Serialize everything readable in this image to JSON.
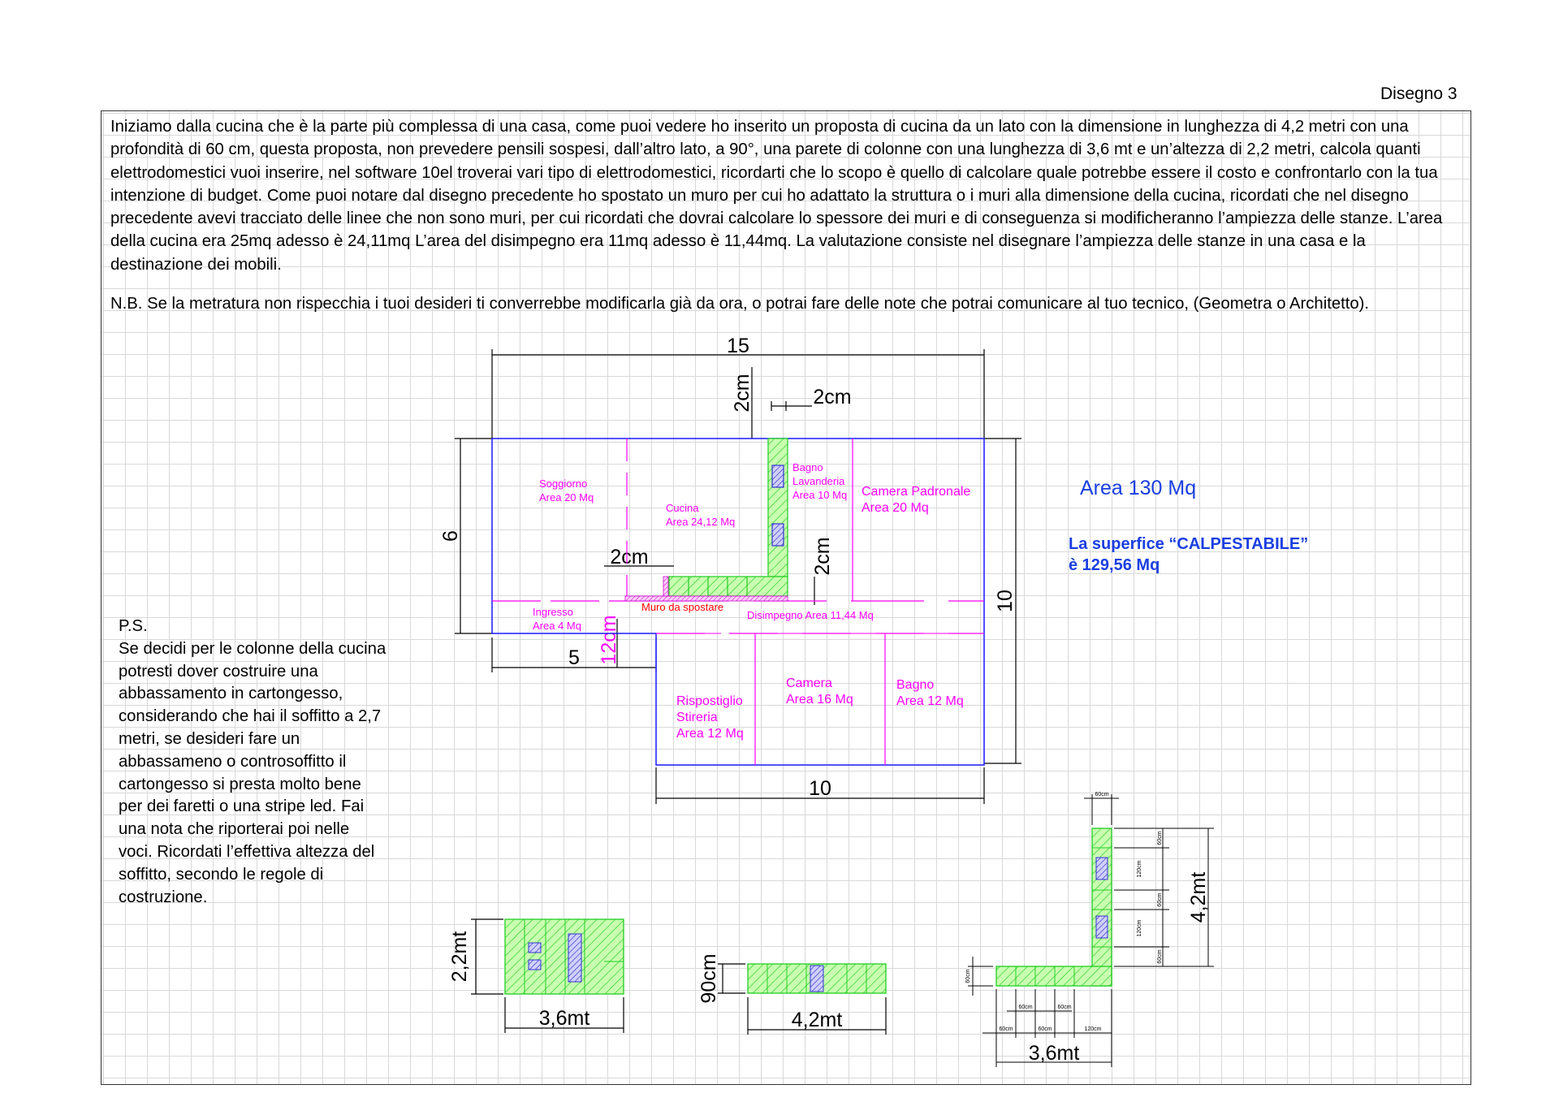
{
  "sheet": {
    "label": "Disegno 3"
  },
  "text": {
    "intro": "Iniziamo dalla cucina che è la parte più complessa di una casa, come puoi vedere ho inserito un proposta di cucina da un lato con la dimensione in lunghezza di 4,2 metri con una profondità di 60 cm, questa proposta, non prevedere pensili sospesi, dall’altro lato, a 90°, una parete di colonne con una lunghezza di 3,6 mt e un’altezza di 2,2 metri, calcola quanti elettrodomestici vuoi inserire, nel software 10el troverai vari tipo di elettrodomestici, ricordarti che lo scopo è quello di calcolare quale potrebbe essere il costo e confrontarlo con la tua intenzione di budget. Come puoi notare dal disegno precedente ho spostato un muro per cui ho adattato la struttura o i muri alla dimensione della cucina, ricordati che nel disegno precedente avevi tracciato delle linee che non sono muri, per cui ricordati che dovrai calcolare lo spessore dei muri e di conseguenza si modificheranno l’ampiezza delle stanze. L’area della cucina era 25mq adesso è 24,11mq L’area del disimpegno era 11mq adesso è 11,44mq. La valutazione consiste nel disegnare l’ampiezza delle stanze in una casa e la destinazione dei mobili.",
    "note": "N.B. Se la metratura non rispecchia i tuoi desideri ti converrebbe modificarla già da ora, o potrai fare delle note che potrai comunicare al tuo tecnico, (Geometra o Architetto).",
    "ps": "P.S.\nSe decidi per le colonne della cucina potresti dover costruire una abbassamento in cartongesso, considerando che hai il soffitto a 2,7 metri, se desideri fare un abbassameno o controsoffitto il cartongesso si presta molto bene per dei faretti o una stripe led. Fai una nota che riporterai poi nelle voci. Ricordati l’effettiva altezza del soffitto, secondo le regole di costruzione."
  },
  "plan": {
    "dims": {
      "top": "15",
      "left": "6",
      "bottom_left": "5",
      "bottom": "10",
      "right": "10",
      "wall_v_thickness": "2cm",
      "wall_h_offset": "2cm",
      "wall_cm_left": "2cm",
      "wall_cm_mid": "2cm",
      "ingresso_gap": "12cm"
    },
    "rooms": {
      "soggiorno": [
        "Soggiorno",
        "Area 20 Mq"
      ],
      "cucina": [
        "Cucina",
        "Area 24,12 Mq"
      ],
      "bagno_lavanderia": [
        "Bagno",
        "Lavanderia",
        "Area 10 Mq"
      ],
      "camera_padronale": [
        "Camera Padronale",
        "Area 20 Mq"
      ],
      "ingresso": [
        "Ingresso",
        "Area 4 Mq"
      ],
      "muro": "Muro da spostare",
      "disimpegno": "Disimpegno Area 11,44 Mq",
      "ripostiglio": [
        "Rispostiglio",
        "Stireria",
        "Area 12 Mq"
      ],
      "camera": [
        "Camera",
        "Area 16 Mq"
      ],
      "bagno": [
        "Bagno",
        "Area 12 Mq"
      ]
    },
    "summary": {
      "area_total": "Area 130 Mq",
      "calpestabile_1": "La superfice “CALPESTABILE”",
      "calpestabile_2": "è 129,56 Mq"
    }
  },
  "elevations": {
    "columns": {
      "height": "2,2mt",
      "width": "3,6mt"
    },
    "counter": {
      "height": "90cm",
      "width": "4,2mt"
    },
    "layout": {
      "total_width": "3,6mt",
      "total_height": "4,2mt",
      "cm60": "60cm",
      "cm120": "120cm"
    }
  },
  "colors": {
    "walls": "#1a1aff",
    "labels": "#ff00ff",
    "fill_green": "#7dff4d",
    "appliance": "#3333cc",
    "muro": "#ff0000",
    "summary": "#1a3fe0"
  }
}
